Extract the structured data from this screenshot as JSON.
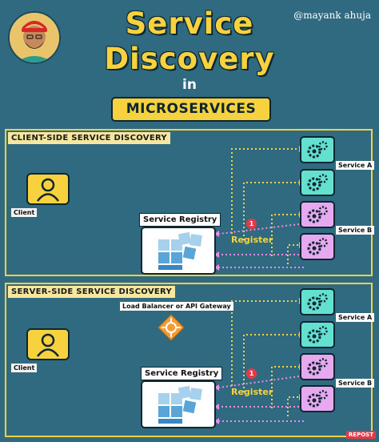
{
  "header": {
    "title_line1": "Service",
    "title_line2": "Discovery",
    "in_word": "in",
    "banner": "MICROSERVICES",
    "handle": "@mayank ahuja"
  },
  "sections": [
    {
      "label": "CLIENT-SIDE SERVICE DISCOVERY",
      "client_label": "Client",
      "registry_label": "Service Registry",
      "register_label": "Register",
      "badge": "1",
      "service_a_label": "Service A",
      "service_b_label": "Service B"
    },
    {
      "label": "SERVER-SIDE SERVICE DISCOVERY",
      "client_label": "Client",
      "lb_label": "Load Balancer or  API Gateway",
      "registry_label": "Service Registry",
      "register_label": "Register",
      "badge": "1",
      "service_a_label": "Service A",
      "service_b_label": "Service B"
    }
  ],
  "footer": {
    "repost": "REPOST"
  },
  "colors": {
    "background": "#2f6a80",
    "accent_yellow": "#f7d23e",
    "service_a": "#63e0d0",
    "service_b": "#e6a8ee",
    "register_arrow": "#e68fe6",
    "badge_red": "#e63946"
  },
  "icons": {
    "avatar": "person-avatar",
    "client": "user-icon",
    "registry": "cube-stack-icon",
    "service": "gears-icon",
    "load_balancer": "router-arrows-icon"
  }
}
